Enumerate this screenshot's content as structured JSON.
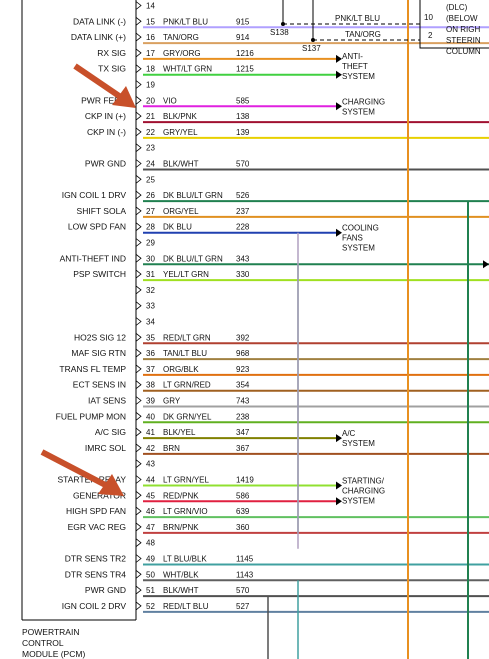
{
  "module_label": [
    "POWERTRAIN",
    "CONTROL",
    "MODULE (PCM)"
  ],
  "right_box": {
    "lines": [
      "(DLC)",
      "(BELOW",
      "ON RIGH",
      "STEERIN",
      "COLUMN"
    ],
    "pin_top": "10",
    "pin_bottom": "2"
  },
  "splices": [
    "S138",
    "S137"
  ],
  "rows": [
    {
      "pin": "14",
      "signal": "",
      "wire": "",
      "circuit": "",
      "color": ""
    },
    {
      "pin": "15",
      "signal": "DATA LINK (-)",
      "wire": "PNK/LT BLU",
      "circuit": "915",
      "color": "#b0a0ff"
    },
    {
      "pin": "16",
      "signal": "DATA LINK (+)",
      "wire": "TAN/ORG",
      "circuit": "914",
      "color": "#d9a060"
    },
    {
      "pin": "17",
      "signal": "RX SIG",
      "wire": "GRY/ORG",
      "circuit": "1216",
      "color": "#e89020"
    },
    {
      "pin": "18",
      "signal": "TX SIG",
      "wire": "WHT/LT GRN",
      "circuit": "1215",
      "color": "#40d040"
    },
    {
      "pin": "19",
      "signal": "",
      "wire": "",
      "circuit": "",
      "color": ""
    },
    {
      "pin": "20",
      "signal": "PWR FEED",
      "wire": "VIO",
      "circuit": "585",
      "color": "#e020e0"
    },
    {
      "pin": "21",
      "signal": "CKP IN (+)",
      "wire": "BLK/PNK",
      "circuit": "138",
      "color": "#a01030"
    },
    {
      "pin": "22",
      "signal": "CKP IN (-)",
      "wire": "GRY/YEL",
      "circuit": "139",
      "color": "#e8d000"
    },
    {
      "pin": "23",
      "signal": "",
      "wire": "",
      "circuit": "",
      "color": ""
    },
    {
      "pin": "24",
      "signal": "PWR GND",
      "wire": "BLK/WHT",
      "circuit": "570",
      "color": "#505050"
    },
    {
      "pin": "25",
      "signal": "",
      "wire": "",
      "circuit": "",
      "color": ""
    },
    {
      "pin": "26",
      "signal": "IGN COIL 1 DRV",
      "wire": "DK BLU/LT GRN",
      "circuit": "526",
      "color": "#208050"
    },
    {
      "pin": "27",
      "signal": "SHIFT SOLA",
      "wire": "ORG/YEL",
      "circuit": "237",
      "color": "#e09020"
    },
    {
      "pin": "28",
      "signal": "LOW SPD FAN",
      "wire": "DK BLU",
      "circuit": "228",
      "color": "#2040b0"
    },
    {
      "pin": "29",
      "signal": "",
      "wire": "",
      "circuit": "",
      "color": ""
    },
    {
      "pin": "30",
      "signal": "ANTI-THEFT IND",
      "wire": "DK BLU/LT GRN",
      "circuit": "343",
      "color": "#208050"
    },
    {
      "pin": "31",
      "signal": "PSP SWITCH",
      "wire": "YEL/LT GRN",
      "circuit": "330",
      "color": "#a0e020"
    },
    {
      "pin": "32",
      "signal": "",
      "wire": "",
      "circuit": "",
      "color": ""
    },
    {
      "pin": "33",
      "signal": "",
      "wire": "",
      "circuit": "",
      "color": ""
    },
    {
      "pin": "34",
      "signal": "",
      "wire": "",
      "circuit": "",
      "color": ""
    },
    {
      "pin": "35",
      "signal": "HO2S SIG 12",
      "wire": "RED/LT GRN",
      "circuit": "392",
      "color": "#b04030"
    },
    {
      "pin": "36",
      "signal": "MAF SIG RTN",
      "wire": "TAN/LT BLU",
      "circuit": "968",
      "color": "#a08040"
    },
    {
      "pin": "37",
      "signal": "TRANS FL TEMP",
      "wire": "ORG/BLK",
      "circuit": "923",
      "color": "#e07010"
    },
    {
      "pin": "38",
      "signal": "ECT SENS IN",
      "wire": "LT GRN/RED",
      "circuit": "354",
      "color": "#a06020"
    },
    {
      "pin": "39",
      "signal": "IAT SENS",
      "wire": "GRY",
      "circuit": "743",
      "color": "#a0a0a0"
    },
    {
      "pin": "40",
      "signal": "FUEL PUMP MON",
      "wire": "DK GRN/YEL",
      "circuit": "238",
      "color": "#60b020"
    },
    {
      "pin": "41",
      "signal": "A/C SIG",
      "wire": "BLK/YEL",
      "circuit": "347",
      "color": "#808000"
    },
    {
      "pin": "42",
      "signal": "IMRC SOL",
      "wire": "BRN",
      "circuit": "367",
      "color": "#a05020"
    },
    {
      "pin": "43",
      "signal": "",
      "wire": "",
      "circuit": "",
      "color": ""
    },
    {
      "pin": "44",
      "signal": "STARTER RELAY",
      "wire": "LT GRN/YEL",
      "circuit": "1419",
      "color": "#90e030"
    },
    {
      "pin": "45",
      "signal": "GENERATOR",
      "wire": "RED/PNK",
      "circuit": "586",
      "color": "#e02040"
    },
    {
      "pin": "46",
      "signal": "HIGH SPD FAN",
      "wire": "LT GRN/VIO",
      "circuit": "639",
      "color": "#60c060"
    },
    {
      "pin": "47",
      "signal": "EGR VAC REG",
      "wire": "BRN/PNK",
      "circuit": "360",
      "color": "#c04040"
    },
    {
      "pin": "48",
      "signal": "",
      "wire": "",
      "circuit": "",
      "color": ""
    },
    {
      "pin": "49",
      "signal": "DTR SENS TR2",
      "wire": "LT BLU/BLK",
      "circuit": "1145",
      "color": "#40a0a0"
    },
    {
      "pin": "50",
      "signal": "DTR SENS TR4",
      "wire": "WHT/BLK",
      "circuit": "1143",
      "color": "#606060"
    },
    {
      "pin": "51",
      "signal": "PWR GND",
      "wire": "BLK/WHT",
      "circuit": "570",
      "color": "#505050"
    },
    {
      "pin": "52",
      "signal": "IGN COIL 2 DRV",
      "wire": "RED/LT BLU",
      "circuit": "527",
      "color": "#6080a0"
    }
  ],
  "top_circuit": {
    "wire": "PNK/LT BLU",
    "circuit": "915"
  },
  "top_circuit2": {
    "wire": "TAN/ORG",
    "circuit": ""
  },
  "destinations": [
    {
      "label": [
        "ANTI-",
        "THEFT",
        "SYSTEM"
      ]
    },
    {
      "label": [
        "CHARGING",
        "SYSTEM"
      ]
    },
    {
      "label": [
        "COOLING",
        "FANS",
        "SYSTEM"
      ]
    },
    {
      "label": [
        "A/C",
        "SYSTEM"
      ]
    },
    {
      "label": [
        "STARTING/",
        "CHARGING",
        "SYSTEM"
      ]
    }
  ],
  "accent_arrow_color": "#c8502a"
}
